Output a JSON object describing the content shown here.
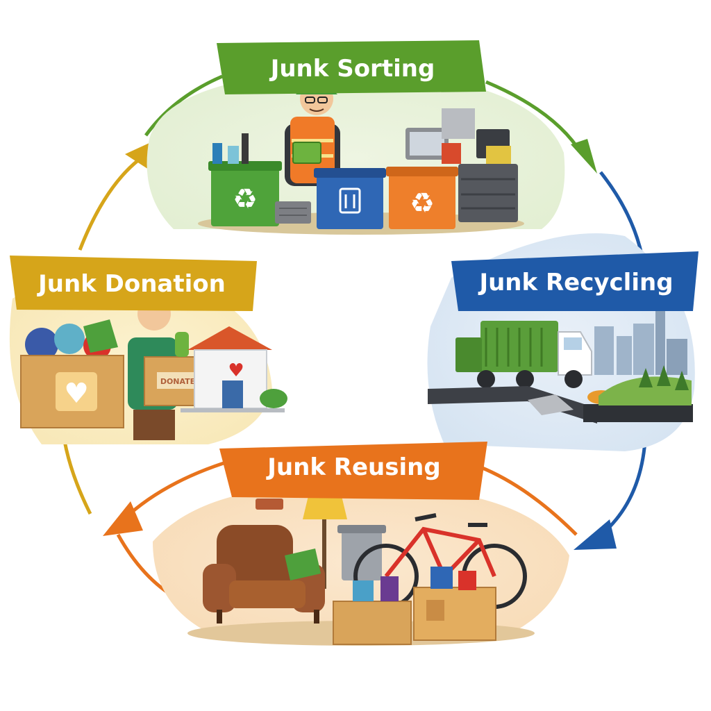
{
  "stages": {
    "sorting": {
      "label": "Junk Sorting",
      "color": "#5a9e2c"
    },
    "recycling": {
      "label": "Junk Recycling",
      "color": "#1f5aa8"
    },
    "reusing": {
      "label": "Junk Reusing",
      "color": "#e8731c"
    },
    "donation": {
      "label": "Junk Donation",
      "color": "#d6a51a",
      "box_label": "DONATE"
    }
  },
  "icons": {
    "recycle": "recycle-icon",
    "heart": "heart-icon",
    "arrow": "arrow-icon"
  }
}
